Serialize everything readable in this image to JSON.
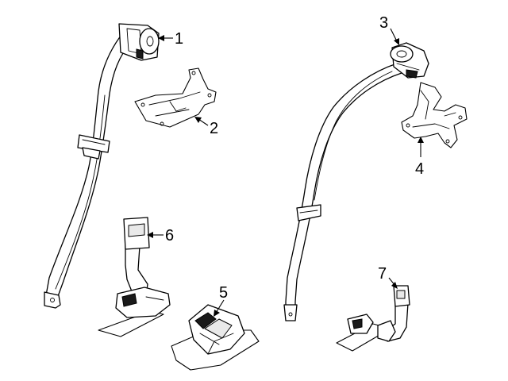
{
  "diagram": {
    "callouts": [
      {
        "id": "1",
        "label": "1"
      },
      {
        "id": "2",
        "label": "2"
      },
      {
        "id": "3",
        "label": "3"
      },
      {
        "id": "4",
        "label": "4"
      },
      {
        "id": "5",
        "label": "5"
      },
      {
        "id": "6",
        "label": "6"
      },
      {
        "id": "7",
        "label": "7"
      }
    ],
    "colors": {
      "line": "#000000",
      "fill": "#ffffff",
      "shade": "#e9e9e9"
    }
  }
}
